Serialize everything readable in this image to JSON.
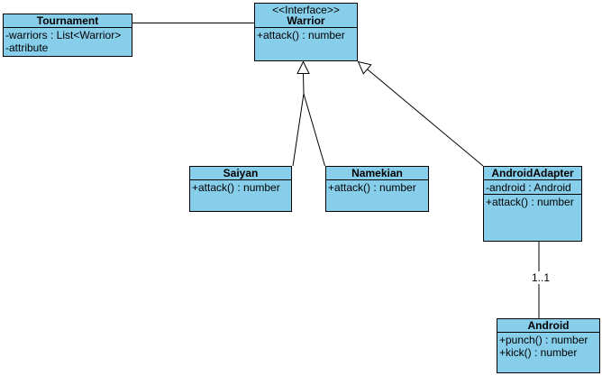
{
  "diagram": {
    "type": "uml-class-diagram",
    "colors": {
      "node_fill": "#87ceeb",
      "node_border": "#000000",
      "background": "#ffffff",
      "text": "#000000"
    },
    "classes": [
      {
        "name": "Tournament",
        "stereotype": "",
        "attributes": [
          "-warriors : List<Warrior>",
          "-attribute"
        ],
        "methods": []
      },
      {
        "name": "Warrior",
        "stereotype": "<<Interface>>",
        "attributes": [],
        "methods": [
          "+attack() : number"
        ]
      },
      {
        "name": "Saiyan",
        "stereotype": "",
        "attributes": [],
        "methods": [
          "+attack() : number"
        ]
      },
      {
        "name": "Namekian",
        "stereotype": "",
        "attributes": [],
        "methods": [
          "+attack() : number"
        ]
      },
      {
        "name": "AndroidAdapter",
        "stereotype": "",
        "attributes": [
          "-android : Android"
        ],
        "methods": [
          "+attack() : number"
        ]
      },
      {
        "name": "Android",
        "stereotype": "",
        "attributes": [],
        "methods": [
          "+punch() : number",
          "+kick() : number"
        ]
      }
    ],
    "relationships": [
      {
        "type": "association",
        "from": "Tournament",
        "to": "Warrior",
        "label": ""
      },
      {
        "type": "generalization",
        "from": "Saiyan",
        "to": "Warrior",
        "label": ""
      },
      {
        "type": "generalization",
        "from": "Namekian",
        "to": "Warrior",
        "label": ""
      },
      {
        "type": "generalization",
        "from": "AndroidAdapter",
        "to": "Warrior",
        "label": ""
      },
      {
        "type": "association",
        "from": "AndroidAdapter",
        "to": "Android",
        "label": "1..1"
      }
    ]
  }
}
